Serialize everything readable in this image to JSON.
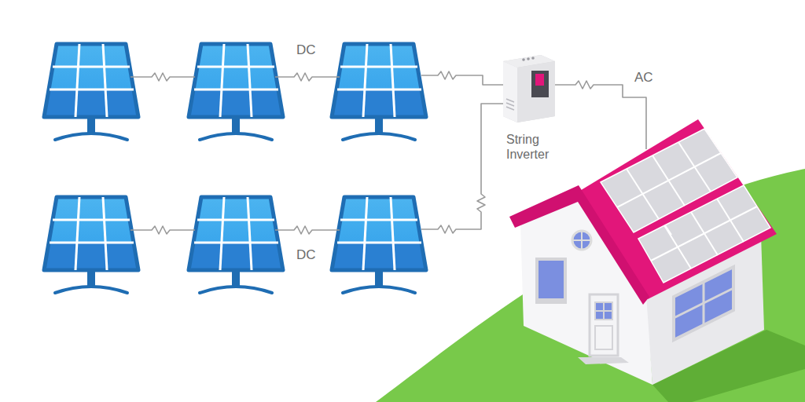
{
  "diagram": {
    "nodes": [
      {
        "text": [
          "String Inverter"
        ]
      }
    ],
    "labels": [
      "DC",
      "DC",
      "AC"
    ]
  }
}
